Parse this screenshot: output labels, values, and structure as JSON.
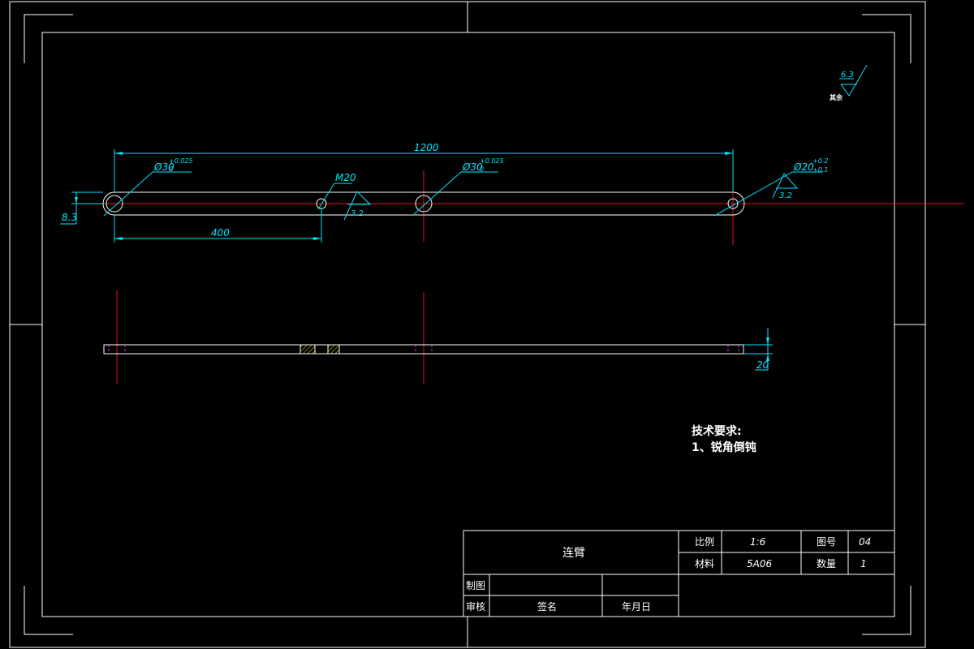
{
  "dimensions": {
    "overall_length": "1200",
    "hole_offset": "400",
    "hole_dia_1": "Ø30",
    "hole_dia_1_tol": "+0.025",
    "hole_dia_1_tol_low": "0",
    "thread": "M20",
    "hole_dia_2": "Ø30",
    "hole_dia_2_tol": "+0.025",
    "hole_dia_2_tol_low": "0",
    "slot_dia": "Ø20",
    "slot_tol_upper": "+0.2",
    "slot_tol_lower": "+0.1",
    "half_width": "8.3",
    "thickness": "20"
  },
  "roughness": {
    "general_value": "6.3",
    "general_note": "其余",
    "thread_value": "3.2",
    "slot_value": "3.2"
  },
  "tech_requirements": {
    "title": "技术要求:",
    "item1": "1、锐角倒钝"
  },
  "title_block": {
    "part_name": "连臂",
    "scale_label": "比例",
    "scale_value": "1:6",
    "drawing_no_label": "图号",
    "drawing_no_value": "04",
    "material_label": "材料",
    "material_value": "5A06",
    "quantity_label": "数量",
    "quantity_value": "1",
    "drawn_label": "制图",
    "checked_label": "审核",
    "signature_label": "签名",
    "date_label": "年月日"
  },
  "colors": {
    "background": "#000000",
    "outline": "#ffffff",
    "dimension": "#00e5ff",
    "centerline": "#e0142a",
    "hidden": "#d040d0"
  }
}
